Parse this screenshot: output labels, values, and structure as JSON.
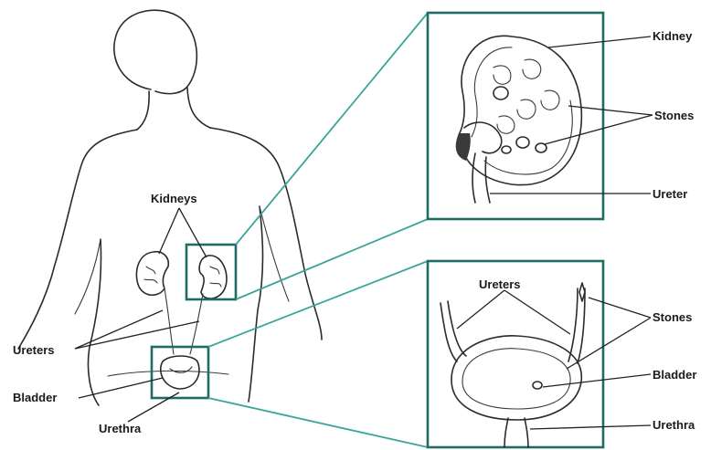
{
  "labels": {
    "kidneys": "Kidneys",
    "ureters_left": "Ureters",
    "bladder_left": "Bladder",
    "urethra_left": "Urethra",
    "kidney_right": "Kidney",
    "stones_upper": "Stones",
    "ureter_right": "Ureter",
    "ureters_inset": "Ureters",
    "stones_lower": "Stones",
    "bladder_right": "Bladder",
    "urethra_right": "Urethra"
  },
  "colors": {
    "inset_border": "#1f6b66",
    "connector": "#3aa59a",
    "line_art": "#2b2b2b"
  }
}
